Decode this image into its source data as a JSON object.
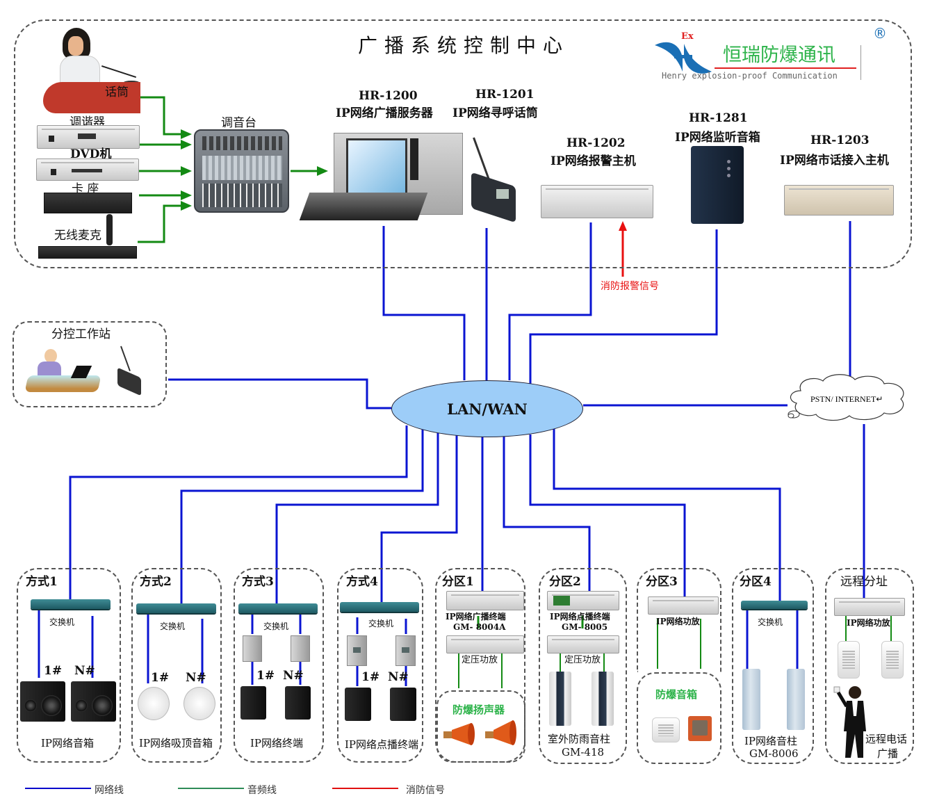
{
  "title": "广播系统控制中心",
  "brand": {
    "ex_mark": "Ex",
    "name_cn": "恒瑞防爆通讯",
    "name_en": "Henry explosion-proof Communication",
    "registered": "®",
    "colors": {
      "name": "#2db34a",
      "underline": "#e02020",
      "logo": "#1a6fb5",
      "ex": "#e02020"
    }
  },
  "sources": [
    {
      "label": "话筒",
      "icon": "presenter-microphone-icon"
    },
    {
      "label": "调谐器",
      "icon": "tuner-icon"
    },
    {
      "label": "DVD机",
      "icon": "dvd-player-icon"
    },
    {
      "label": "卡  座",
      "icon": "cassette-deck-icon"
    },
    {
      "label": "无线麦克",
      "icon": "wireless-microphone-icon"
    }
  ],
  "mixer": {
    "label": "调音台"
  },
  "devices": [
    {
      "model": "HR-1200",
      "name": "IP网络广播服务器"
    },
    {
      "model": "HR-1201",
      "name": "IP网络寻呼话筒"
    },
    {
      "model": "HR-1202",
      "name": "IP网络报警主机"
    },
    {
      "model": "HR-1281",
      "name": "IP网络监听音箱"
    },
    {
      "model": "HR-1203",
      "name": "IP网络市话接入主机"
    }
  ],
  "fire_signal_label": "消防报警信号",
  "workstation": {
    "label": "分控工作站"
  },
  "network": {
    "hub_label": "LAN/WAN",
    "cloud_label": "PSTN/ INTERNET↵"
  },
  "zones": [
    {
      "title": "方式1",
      "switch_label": "交换机",
      "left_tag": "1#",
      "right_tag": "N#",
      "caption": "IP网络音箱"
    },
    {
      "title": "方式2",
      "switch_label": "交换机",
      "left_tag": "1#",
      "right_tag": "N#",
      "caption": "IP网络吸顶音箱"
    },
    {
      "title": "方式3",
      "switch_label": "交换机",
      "left_tag": "1#",
      "right_tag": "N#",
      "caption": "IP网络终端"
    },
    {
      "title": "方式4",
      "switch_label": "交换机",
      "left_tag": "1#",
      "right_tag": "N#",
      "caption": "IP网络点播终端"
    },
    {
      "title": "分区1",
      "terminal_label": "IP网络广播终端",
      "terminal_model": "GM- 8004A",
      "amp_label": "定压功放",
      "sub_title": "防爆扬声器"
    },
    {
      "title": "分区2",
      "terminal_label": "IP网络点播终端",
      "terminal_model": "GM- 8005",
      "amp_label": "定压功放",
      "caption": "室外防雨音柱",
      "caption_model": "GM-418"
    },
    {
      "title": "分区3",
      "amp_label": "IP网络功放",
      "sub_title": "防爆音箱"
    },
    {
      "title": "分区4",
      "switch_label": "交换机",
      "caption": "IP网络音柱",
      "caption_model": "GM-8006"
    },
    {
      "title": "远程分址",
      "amp_label": "IP网络功放",
      "caption_line1": "远程电话",
      "caption_line2": "广播"
    }
  ],
  "legend": [
    {
      "label": "网络线",
      "color": "#0000cc"
    },
    {
      "label": "音频线",
      "color": "#2e8b57"
    },
    {
      "label": "消防信号",
      "color": "#e01010"
    }
  ],
  "colors": {
    "network": "#0a14d2",
    "audio": "#138a13",
    "fire": "#e81010",
    "hub_fill": "#9dcdf8",
    "dash": "#555555"
  }
}
